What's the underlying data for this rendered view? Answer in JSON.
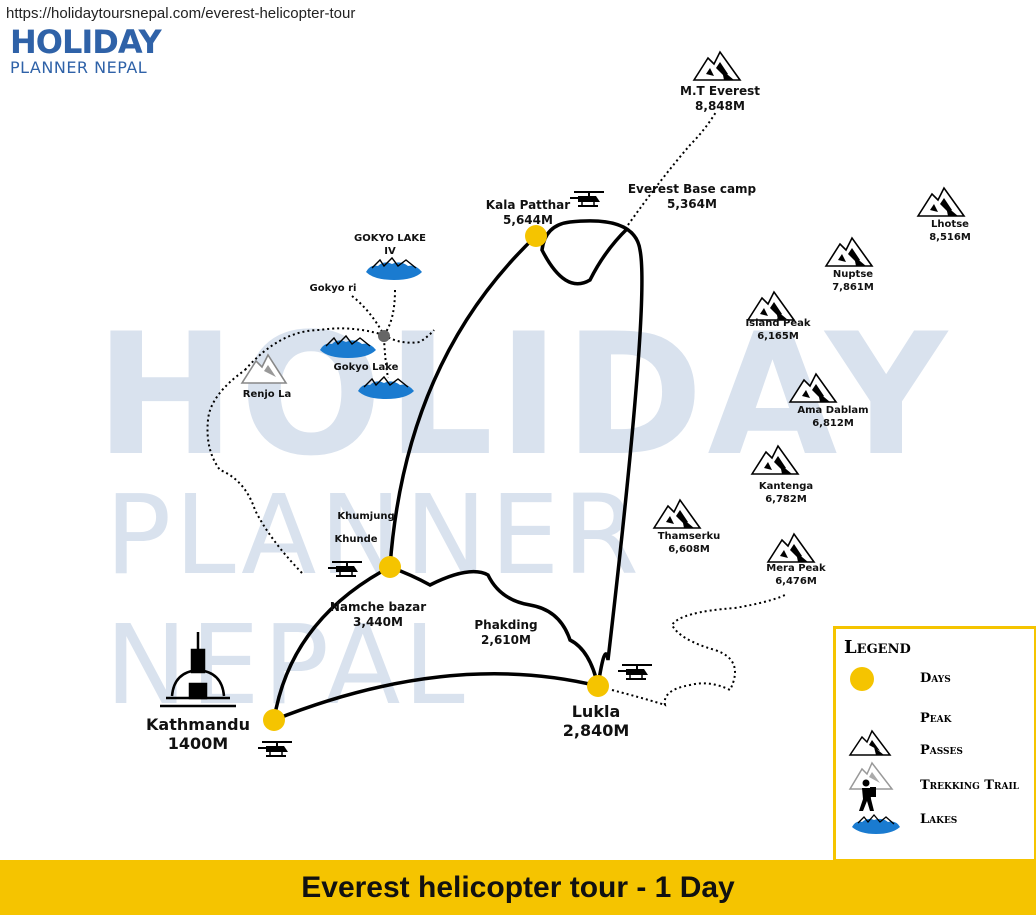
{
  "url": "https://holidaytoursnepal.com/everest-helicopter-tour",
  "logo": {
    "line1": "HOLIDAY",
    "line2": "PLANNER NEPAL"
  },
  "watermark": {
    "line1": "HOLIDAY",
    "line2": "PLANNER NEPAL"
  },
  "colors": {
    "accent": "#f5c400",
    "brand": "#2f62a8",
    "route": "#000000",
    "lake": "#1a7bd0"
  },
  "places": {
    "kathmandu": {
      "name": "Kathmandu",
      "alt": "1400M"
    },
    "lukla": {
      "name": "Lukla",
      "alt": "2,840M"
    },
    "phakding": {
      "name": "Phakding",
      "alt": "2,610M"
    },
    "namche": {
      "name": "Namche bazar",
      "alt": "3,440M"
    },
    "khumjung": {
      "name": "Khumjung"
    },
    "khunde": {
      "name": "Khunde"
    },
    "kala_patthar": {
      "name": "Kala Patthar",
      "alt": "5,644M"
    },
    "ebc": {
      "name": "Everest Base camp",
      "alt": "5,364M"
    },
    "gokyo_lake_iv": {
      "name": "GOKYO LAKE",
      "sub": "IV"
    },
    "gokyo_ri": {
      "name": "Gokyo ri"
    },
    "gokyo_lake": {
      "name": "Gokyo Lake"
    },
    "renjo_la": {
      "name": "Renjo La"
    }
  },
  "peaks": {
    "everest": {
      "name": "M.T Everest",
      "alt": "8,848M"
    },
    "lhotse": {
      "name": "Lhotse",
      "alt": "8,516M"
    },
    "nuptse": {
      "name": "Nuptse",
      "alt": "7,861M"
    },
    "island": {
      "name": "Island Peak",
      "alt": "6,165M"
    },
    "ama_dablam": {
      "name": "Ama Dablam",
      "alt": "6,812M"
    },
    "kantenga": {
      "name": "Kantenga",
      "alt": "6,782M"
    },
    "thamserku": {
      "name": "Thamserku",
      "alt": "6,608M"
    },
    "mera": {
      "name": "Mera Peak",
      "alt": "6,476M"
    }
  },
  "legend": {
    "title": "Legend",
    "items": [
      {
        "label": "Days",
        "icon": "yellow-dot-icon"
      },
      {
        "label": "Peak",
        "icon": "peak-icon"
      },
      {
        "label": "Passes",
        "icon": "pass-icon"
      },
      {
        "label": "Trekking Trail",
        "icon": "trekker-icon"
      },
      {
        "label": "Lakes",
        "icon": "lake-icon"
      }
    ]
  },
  "footer": {
    "title": "Everest helicopter tour - 1 Day"
  }
}
